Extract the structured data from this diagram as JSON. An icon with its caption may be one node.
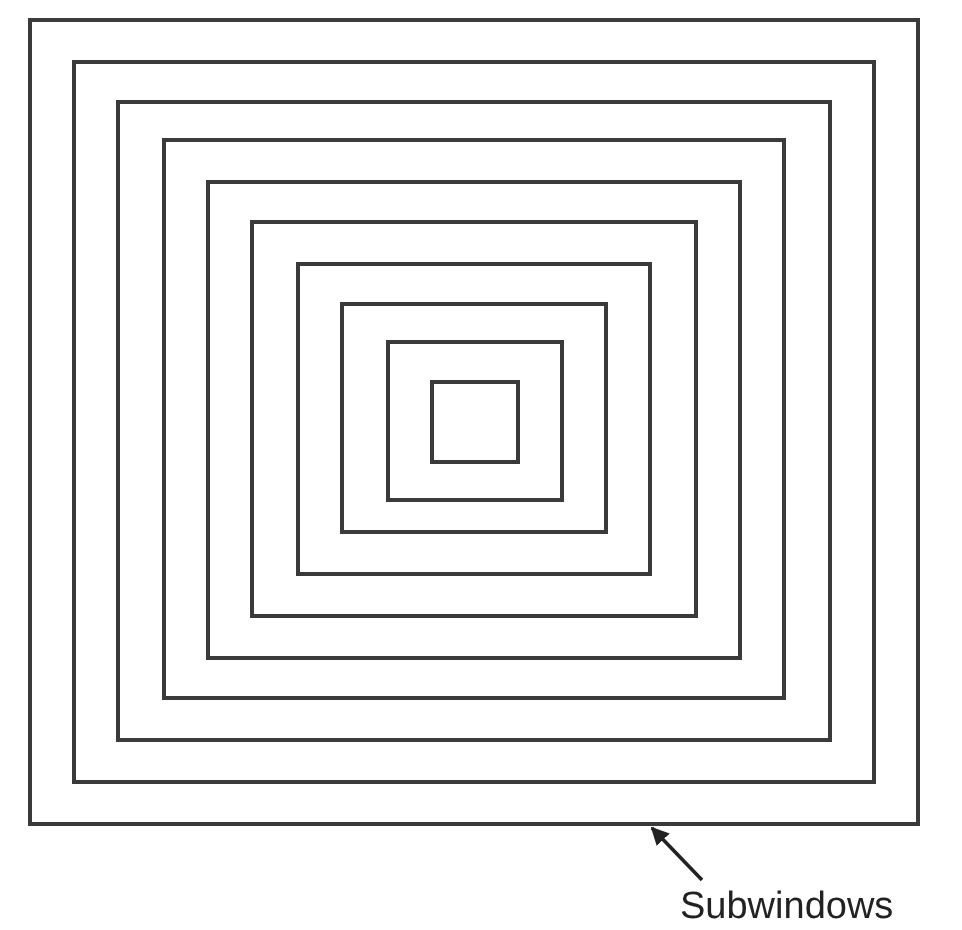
{
  "diagram": {
    "nodes": [
      {
        "text": [],
        "shape": "box"
      },
      {
        "text": [],
        "shape": "box",
        "in": 0
      },
      {
        "text": [],
        "shape": "box",
        "in": 1
      },
      {
        "text": [],
        "shape": "box",
        "in": 2
      },
      {
        "text": [],
        "shape": "box",
        "in": 3
      },
      {
        "text": [],
        "shape": "box",
        "in": 4
      },
      {
        "text": [],
        "shape": "box",
        "in": 5
      },
      {
        "text": [],
        "shape": "box",
        "in": 6
      },
      {
        "text": [],
        "shape": "box",
        "in": 7
      },
      {
        "text": [],
        "shape": "box",
        "in": 8
      },
      {
        "text": [
          "Subwindows"
        ]
      }
    ],
    "edges": [
      {
        "from": 10,
        "to": 0,
        "arrow": "to"
      }
    ]
  }
}
